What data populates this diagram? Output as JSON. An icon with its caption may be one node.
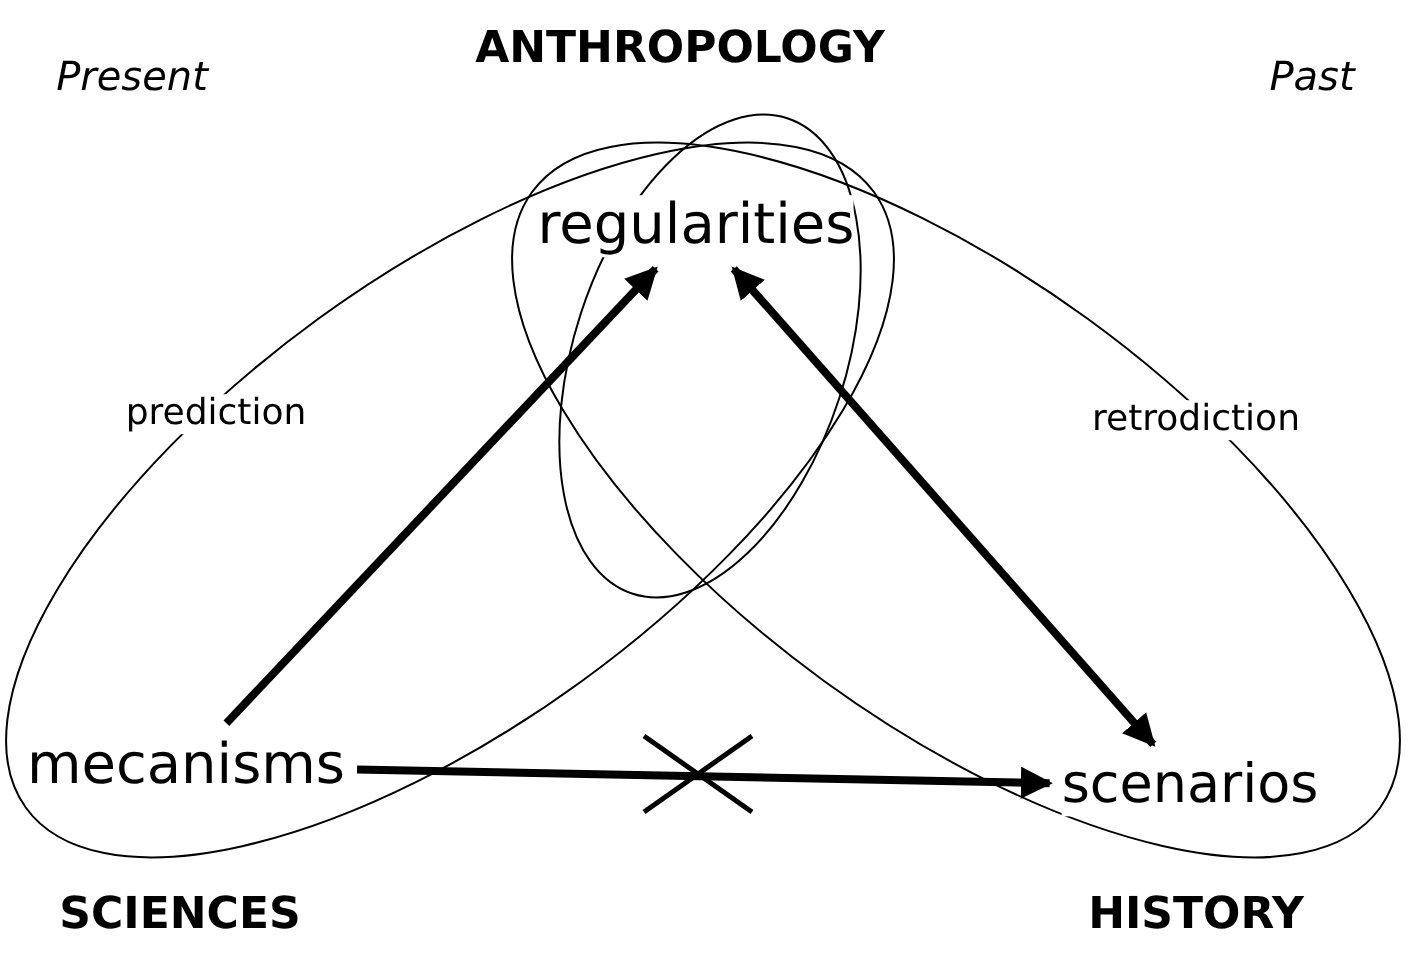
{
  "diagram": {
    "nodes": [
      {
        "text": [
          "regularities"
        ]
      },
      {
        "text": [
          "mecanisms"
        ]
      },
      {
        "text": [
          "scenarios"
        ]
      }
    ],
    "edges": [
      {
        "from": 1,
        "to": 0,
        "arrow": "to"
      },
      {
        "from": 0,
        "to": 2,
        "arrow": "both"
      },
      {
        "from": 1,
        "to": 2,
        "arrow": "to"
      }
    ],
    "labels": [
      "Present",
      "ANTHROPOLOGY",
      "Past",
      "prediction",
      "retrodiction",
      "SCIENCES",
      "HISTORY"
    ]
  }
}
